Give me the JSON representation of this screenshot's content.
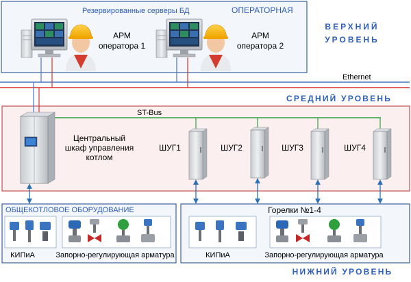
{
  "top": {
    "servers_label": "Резервированные серверы БД",
    "room_label": "ОПЕРАТОРНАЯ",
    "level_line1": "ВЕРХНИЙ",
    "level_line2": "УРОВЕНЬ",
    "ws1_line1": "АРМ",
    "ws1_line2": "оператора 1",
    "ws2_line1": "АРМ",
    "ws2_line2": "оператора 2"
  },
  "ethernet_label": "Ethernet",
  "middle": {
    "level_label": "СРЕДНИЙ УРОВЕНЬ",
    "bus_label": "ST-Bus",
    "central_line1": "Центральный",
    "central_line2": "шкаф управления",
    "central_line3": "котлом",
    "cabinets": [
      "ШУГ1",
      "ШУГ2",
      "ШУГ3",
      "ШУГ4"
    ]
  },
  "bottom": {
    "left_title": "ОБЩЕКОТЛОВОЕ ОБОРУДОВАНИЕ",
    "right_title": "Горелки №1-4",
    "kip_label": "КИПиА",
    "valves_label": "Запорно-регулирующая арматура",
    "level_label": "НИЖНИЙ УРОВЕНЬ"
  },
  "colors": {
    "panel_border": "#3a5f9c",
    "panel_fill": "#f3f6fb",
    "mid_border": "#c0504d",
    "mid_fill": "#fbf0ef",
    "level_text": "#2e5db8",
    "red_line": "#d9302b",
    "blue_line": "#4a74c9",
    "green_line": "#2e9e3f",
    "arrow": "#2c6fb6"
  }
}
